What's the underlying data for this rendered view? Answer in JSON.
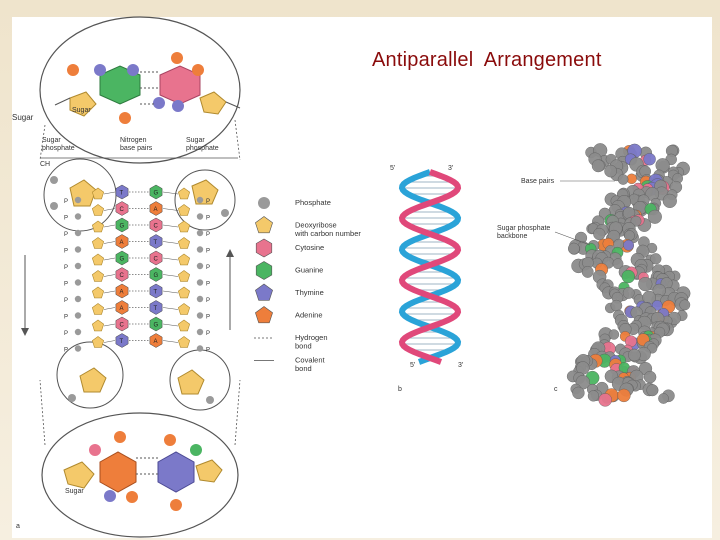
{
  "title": "Antiparallel  Arrangement",
  "panel_a": {
    "sugar_label": "Sugar",
    "sugar_top": "Sugar",
    "sugar_bottom": "Sugar",
    "headers": [
      "Sugar\nphosphate",
      "Nitrogen\nbase pairs",
      "Sugar\nphosphate"
    ],
    "ch_label": "CH",
    "letter": "a",
    "base_letters": [
      "T",
      "G",
      "C",
      "A",
      "G",
      "C",
      "A",
      "T",
      "G",
      "C",
      "C",
      "G",
      "A",
      "T",
      "A",
      "T",
      "C",
      "G",
      "T",
      "A"
    ]
  },
  "legend": [
    {
      "label": "Phosphate",
      "color": "#9a9a9a",
      "shape": "circle"
    },
    {
      "label": "Deoxyribose\nwith carbon number",
      "color": "#f4c96a",
      "shape": "pentagon"
    },
    {
      "label": "Cytosine",
      "color": "#e8738e",
      "shape": "hexagon"
    },
    {
      "label": "Guanine",
      "color": "#4bb562",
      "shape": "hexagon"
    },
    {
      "label": "Thymine",
      "color": "#7b79c9",
      "shape": "pentagon"
    },
    {
      "label": "Adenine",
      "color": "#ee7e3b",
      "shape": "pentagon"
    },
    {
      "label": "Hydrogen\nbond",
      "color": "#777777",
      "shape": "dotted"
    },
    {
      "label": "Covalent\nbond",
      "color": "#777777",
      "shape": "line"
    }
  ],
  "panel_b": {
    "letter": "b",
    "top_left": "5'",
    "top_right": "3'",
    "bottom_left": "5'",
    "bottom_right": "3'"
  },
  "panel_c": {
    "letter": "c",
    "base_pairs": "Base pairs",
    "backbone": "Sugar phosphate\nbackbone"
  },
  "colors": {
    "title": "#8a0b0b",
    "strand1": "#e0487a",
    "strand2": "#2aa3d8"
  }
}
